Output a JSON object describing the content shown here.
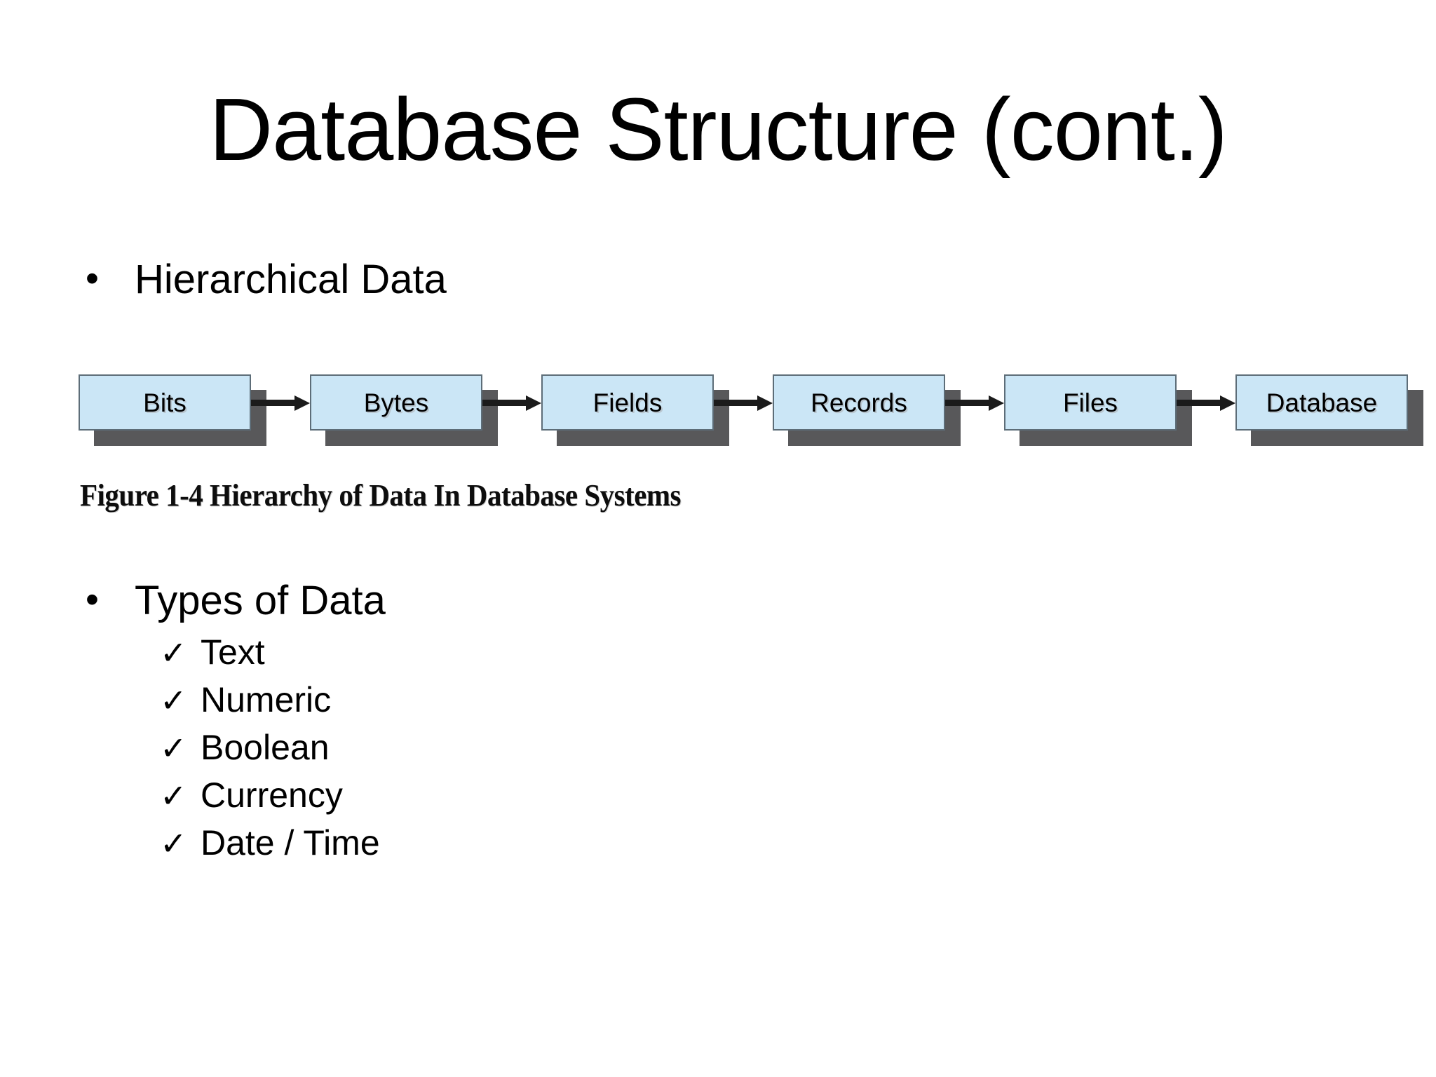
{
  "slide": {
    "title": "Database Structure (cont.)",
    "background_color": "#ffffff",
    "text_color": "#000000"
  },
  "bullets": [
    {
      "marker": "•",
      "label": "Hierarchical Data"
    },
    {
      "marker": "•",
      "label": "Types of Data"
    }
  ],
  "data_types": {
    "marker": "✓",
    "items": [
      {
        "marker": "✓",
        "label": "Text"
      },
      {
        "marker": "✓",
        "label": "Numeric"
      },
      {
        "marker": "✓",
        "label": "Boolean"
      },
      {
        "marker": "✓",
        "label": "Currency"
      },
      {
        "marker": "✓",
        "label": "Date / Time"
      }
    ]
  },
  "figure": {
    "caption": "Figure 1-4 Hierarchy of Data In Database Systems",
    "box_fill_color": "#cbe6f6",
    "box_border_color": "#5d6d78",
    "box_shadow_color": "#58585a",
    "arrow_color": "#1b1b1b",
    "nodes": [
      {
        "label": "Bits"
      },
      {
        "label": "Bytes"
      },
      {
        "label": "Fields"
      },
      {
        "label": "Records"
      },
      {
        "label": "Files"
      },
      {
        "label": "Database"
      }
    ]
  }
}
